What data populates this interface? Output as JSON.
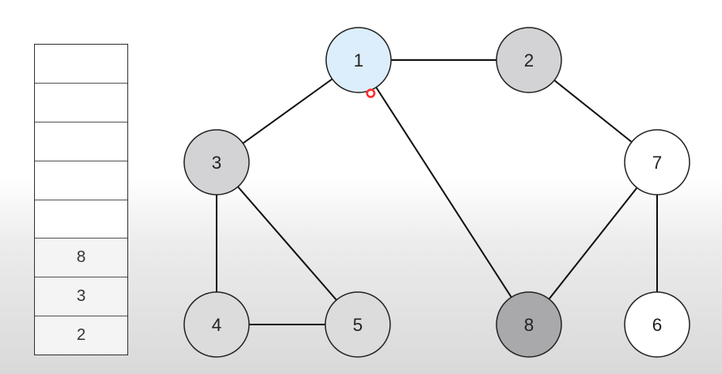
{
  "stack": {
    "cells": [
      "",
      "",
      "",
      "",
      "",
      "8",
      "3",
      "2"
    ]
  },
  "graph": {
    "nodes": [
      {
        "id": "1",
        "label": "1",
        "fill": "#dceefb"
      },
      {
        "id": "2",
        "label": "2",
        "fill": "#d3d3d6"
      },
      {
        "id": "3",
        "label": "3",
        "fill": "#d3d3d6"
      },
      {
        "id": "7",
        "label": "7",
        "fill": "#ffffff"
      },
      {
        "id": "4",
        "label": "4",
        "fill": "#dcdcdc"
      },
      {
        "id": "5",
        "label": "5",
        "fill": "#dcdcdc"
      },
      {
        "id": "8",
        "label": "8",
        "fill": "#a9a9ab"
      },
      {
        "id": "6",
        "label": "6",
        "fill": "#ffffff"
      }
    ],
    "edges": [
      [
        "1",
        "2"
      ],
      [
        "1",
        "3"
      ],
      [
        "1",
        "8"
      ],
      [
        "2",
        "7"
      ],
      [
        "3",
        "4"
      ],
      [
        "3",
        "5"
      ],
      [
        "4",
        "5"
      ],
      [
        "7",
        "8"
      ],
      [
        "7",
        "6"
      ]
    ],
    "pointer_color": "#ff2a2a"
  }
}
